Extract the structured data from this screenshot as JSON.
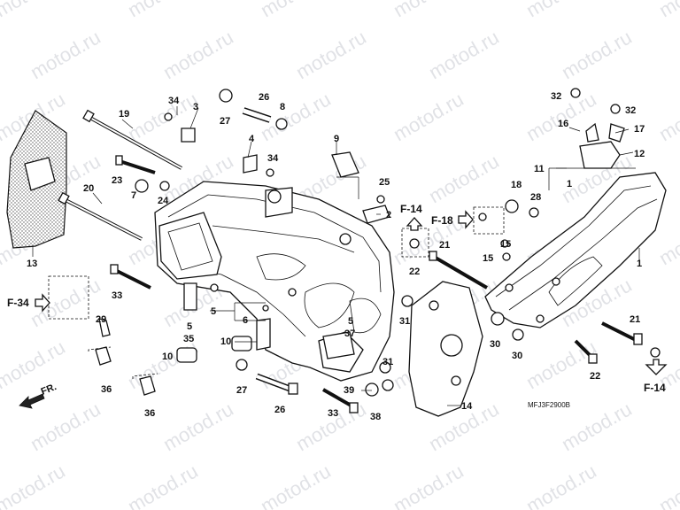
{
  "watermark": "motod.ru",
  "diagram_code": "MFJ3F2900B",
  "direction_label": "FR.",
  "refs": {
    "f14_top": "F-14",
    "f18": "F-18",
    "f34": "F-34",
    "f14_bottom": "F-14"
  },
  "callouts": [
    {
      "id": "c19",
      "text": "19"
    },
    {
      "id": "c20",
      "text": "20"
    },
    {
      "id": "c13",
      "text": "13"
    },
    {
      "id": "c23",
      "text": "23"
    },
    {
      "id": "c7",
      "text": "7"
    },
    {
      "id": "c24",
      "text": "24"
    },
    {
      "id": "c34a",
      "text": "34"
    },
    {
      "id": "c3",
      "text": "3"
    },
    {
      "id": "c27a",
      "text": "27"
    },
    {
      "id": "c26a",
      "text": "26"
    },
    {
      "id": "c8",
      "text": "8"
    },
    {
      "id": "c4",
      "text": "4"
    },
    {
      "id": "c34b",
      "text": "34"
    },
    {
      "id": "c9",
      "text": "9"
    },
    {
      "id": "c25",
      "text": "25"
    },
    {
      "id": "c2",
      "text": "2"
    },
    {
      "id": "c33a",
      "text": "33"
    },
    {
      "id": "c29",
      "text": "29"
    },
    {
      "id": "c36a",
      "text": "36"
    },
    {
      "id": "c36b",
      "text": "36"
    },
    {
      "id": "c5a",
      "text": "5"
    },
    {
      "id": "c6",
      "text": "6"
    },
    {
      "id": "c5b",
      "text": "5"
    },
    {
      "id": "c35",
      "text": "35"
    },
    {
      "id": "c10a",
      "text": "10"
    },
    {
      "id": "c10b",
      "text": "10"
    },
    {
      "id": "c27b",
      "text": "27"
    },
    {
      "id": "c26b",
      "text": "26"
    },
    {
      "id": "c5c",
      "text": "5"
    },
    {
      "id": "c37",
      "text": "37"
    },
    {
      "id": "c31a",
      "text": "31"
    },
    {
      "id": "c31b",
      "text": "31"
    },
    {
      "id": "c39",
      "text": "39"
    },
    {
      "id": "c33b",
      "text": "33"
    },
    {
      "id": "c38",
      "text": "38"
    },
    {
      "id": "c14",
      "text": "14"
    },
    {
      "id": "c21a",
      "text": "21"
    },
    {
      "id": "c22a",
      "text": "22"
    },
    {
      "id": "c15a",
      "text": "15"
    },
    {
      "id": "c15b",
      "text": "15"
    },
    {
      "id": "c18",
      "text": "18"
    },
    {
      "id": "c28",
      "text": "28"
    },
    {
      "id": "c30a",
      "text": "30"
    },
    {
      "id": "c30b",
      "text": "30"
    },
    {
      "id": "c11",
      "text": "11"
    },
    {
      "id": "c1a",
      "text": "1"
    },
    {
      "id": "c1b",
      "text": "1"
    },
    {
      "id": "c32a",
      "text": "32"
    },
    {
      "id": "c32b",
      "text": "32"
    },
    {
      "id": "c16",
      "text": "16"
    },
    {
      "id": "c17",
      "text": "17"
    },
    {
      "id": "c12",
      "text": "12"
    },
    {
      "id": "c21b",
      "text": "21"
    },
    {
      "id": "c22b",
      "text": "22"
    }
  ]
}
